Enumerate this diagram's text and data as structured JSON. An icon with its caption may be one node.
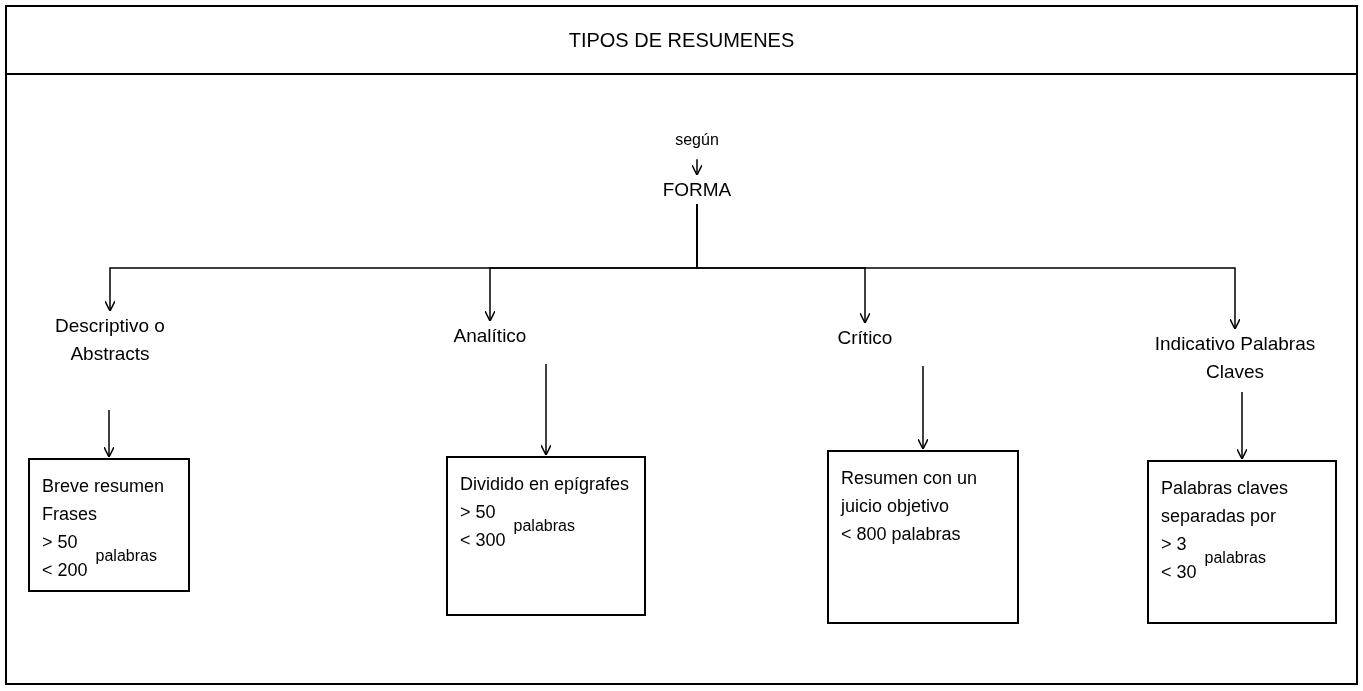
{
  "diagram": {
    "title": "TIPOS DE RESUMENES",
    "nodes": [
      {
        "text": [
          "según"
        ]
      },
      {
        "text": [
          "FORMA"
        ]
      },
      {
        "text": [
          "Descriptivo o Abstracts"
        ]
      },
      {
        "text": [
          "Analítico"
        ]
      },
      {
        "text": [
          "Crítico"
        ]
      },
      {
        "text": [
          "Indicativo Palabras Claves"
        ]
      },
      {
        "text": [
          "Breve resumen Frases",
          "> 50",
          "< 200",
          "palabras"
        ]
      },
      {
        "text": [
          "Dividido en epígrafes",
          "> 50",
          "< 300",
          "palabras"
        ]
      },
      {
        "text": [
          "Resumen con un juicio objetivo",
          "< 800 palabras"
        ]
      },
      {
        "text": [
          "Palabras claves separadas por",
          "> 3",
          "< 30",
          "palabras"
        ]
      }
    ],
    "edges": [
      {
        "from": 0,
        "to": 1,
        "arrow": "to"
      },
      {
        "from": 1,
        "to": 2,
        "arrow": "to"
      },
      {
        "from": 1,
        "to": 3,
        "arrow": "to"
      },
      {
        "from": 1,
        "to": 4,
        "arrow": "to"
      },
      {
        "from": 1,
        "to": 5,
        "arrow": "to"
      },
      {
        "from": 2,
        "to": 6,
        "arrow": "to"
      },
      {
        "from": 3,
        "to": 7,
        "arrow": "to"
      },
      {
        "from": 4,
        "to": 8,
        "arrow": "to"
      },
      {
        "from": 5,
        "to": 9,
        "arrow": "to"
      }
    ]
  }
}
